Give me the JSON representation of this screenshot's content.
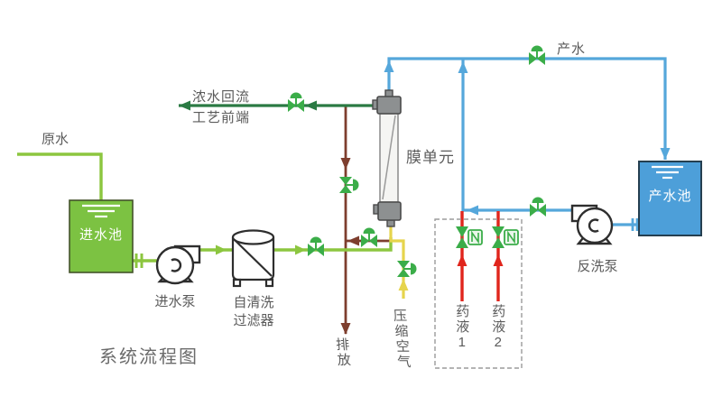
{
  "title": "系统流程图",
  "nodes": {
    "raw_water": "原水",
    "inlet_tank": "进水池",
    "inlet_pump": "进水泵",
    "filter": "自清洗\n过滤器",
    "membrane_unit": "膜单元",
    "concentrate_return": "浓水回流\n工艺前端",
    "drain": "排放",
    "compressed_air": "压缩空气",
    "chemical_1": "药液1",
    "chemical_2": "药液2",
    "product_water": "产水",
    "product_tank": "产水池",
    "backwash_pump": "反洗泵"
  },
  "colors": {
    "raw_feed_line": "#8CC63F",
    "concentrate_line": "#2A7A43",
    "product_line": "#55A7DB",
    "drain_line": "#7E3E2E",
    "air_line": "#E6D44C",
    "chemical_line": "#E0251C",
    "valve": "#3BAD49",
    "equipment_outline": "#2E2E2E",
    "inlet_tank_fill": "#7CC242",
    "product_tank_fill": "#4D9FD9",
    "membrane_cap_fill": "#8D9091",
    "label_text": "#5B5B5B"
  }
}
